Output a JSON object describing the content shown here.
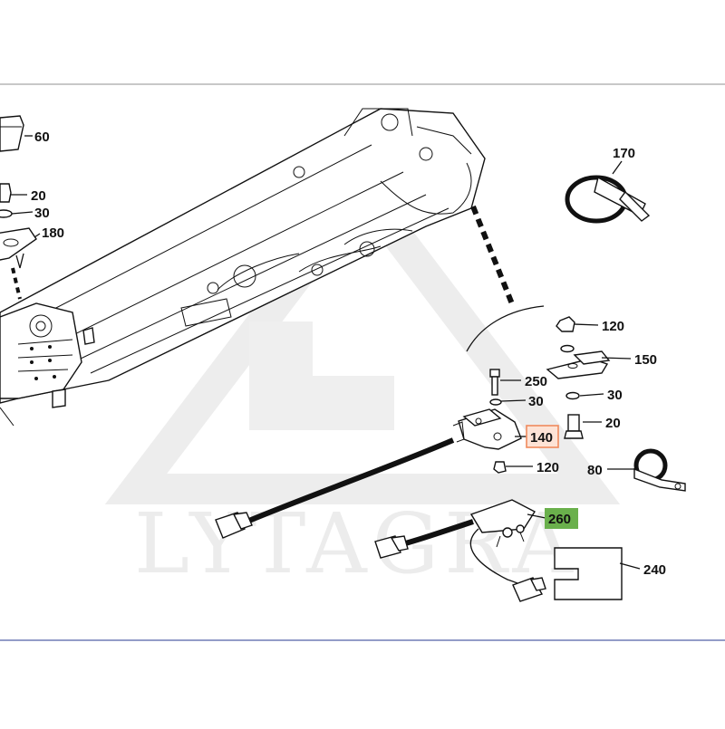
{
  "watermark": {
    "text": "LYTAGRA",
    "color": "#e6e6e6"
  },
  "highlight_colors": {
    "selected": "#f08a5d",
    "related": "#6ab04c"
  },
  "callouts": {
    "c60": "60",
    "c20_left": "20",
    "c30_left": "30",
    "c180": "180",
    "c170": "170",
    "c120_top": "120",
    "c150": "150",
    "c250": "250",
    "c30_mid": "30",
    "c30_right": "30",
    "c140": "140",
    "c20_right": "20",
    "c120_bottom": "120",
    "c80": "80",
    "c260": "260",
    "c240": "240"
  }
}
